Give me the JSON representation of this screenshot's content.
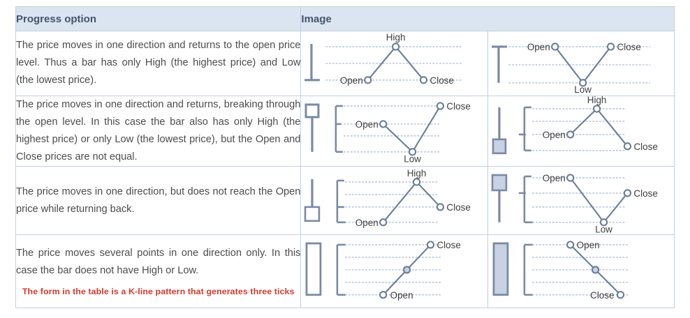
{
  "table": {
    "headers": {
      "option": "Progress option",
      "image": "Image"
    },
    "rows": [
      {
        "id": "row-1",
        "description": "The price moves in one direction and returns to the open price level. Thus a bar has only High (the highest price) and Low (the lowest price).",
        "note": null,
        "left": {
          "bar_glyph": "bottom-tee-bar",
          "labels": {
            "a": "High",
            "b": "Open",
            "c": "Close"
          },
          "path": "open-up-to-high-down-to-close",
          "ticks": 3
        },
        "right": {
          "bar_glyph": "top-tee-bar",
          "labels": {
            "a": "Open",
            "b": "Low",
            "c": "Close"
          },
          "path": "open-down-to-low-up-to-close",
          "ticks": 3
        }
      },
      {
        "id": "row-2",
        "description": "The price moves in one direction and returns, breaking through the open level. In this case the bar also has only High (the highest price) or only Low (the lowest price), but the Open and Close prices are not equal.",
        "note": null,
        "left": {
          "bar_glyph": "hollow-body-top-wick-down",
          "labels": {
            "a": "Close",
            "b": "Open",
            "c": "Low"
          },
          "path": "open-down-to-low-up-to-close-higher",
          "ticks": 3
        },
        "right": {
          "bar_glyph": "filled-body-bottom-wick-up",
          "labels": {
            "a": "High",
            "b": "Open",
            "c": "Close"
          },
          "path": "open-up-to-high-down-to-close-lower",
          "ticks": 3
        }
      },
      {
        "id": "row-3",
        "description": "The price moves in one direction, but does not reach the Open price while returning back.",
        "note": null,
        "left": {
          "bar_glyph": "hollow-body-bottom-wick-up",
          "labels": {
            "a": "High",
            "b": "Open",
            "c": "Close"
          },
          "path": "open-low-up-to-high-down-to-close-mid",
          "ticks": 3
        },
        "right": {
          "bar_glyph": "filled-body-top-wick-down",
          "labels": {
            "a": "Open",
            "b": "Low",
            "c": "Close"
          },
          "path": "open-high-down-to-low-up-to-close-mid",
          "ticks": 3
        }
      },
      {
        "id": "row-4",
        "description": "The price moves several points in one direction only. In this case the bar does not have High or Low.",
        "note": "The form in the table is a K-line pattern that generates three ticks",
        "left": {
          "bar_glyph": "tall-hollow-body",
          "labels": {
            "a": "Close",
            "b": "Open",
            "c": null
          },
          "path": "open-bottom-straight-up-to-close-top",
          "ticks": 3
        },
        "right": {
          "bar_glyph": "tall-filled-body",
          "labels": {
            "a": "Open",
            "b": "Close",
            "c": null
          },
          "path": "open-top-straight-down-to-close-bottom",
          "ticks": 3
        }
      }
    ]
  },
  "colors": {
    "header_bg": "#dbe5f1",
    "header_text": "#44546a",
    "border": "#c3cfdd",
    "outer_border": "#b9c6d6",
    "body_text": "#4c4c4c",
    "note_text": "#d33a2c",
    "glyph": "#7b8aa3",
    "glyph_fill": "#c7d2e2",
    "line": "#6b7e99",
    "marker_stroke": "#6b7e99",
    "marker_fill": "#ffffff",
    "gridline": "#b9c7dc"
  }
}
